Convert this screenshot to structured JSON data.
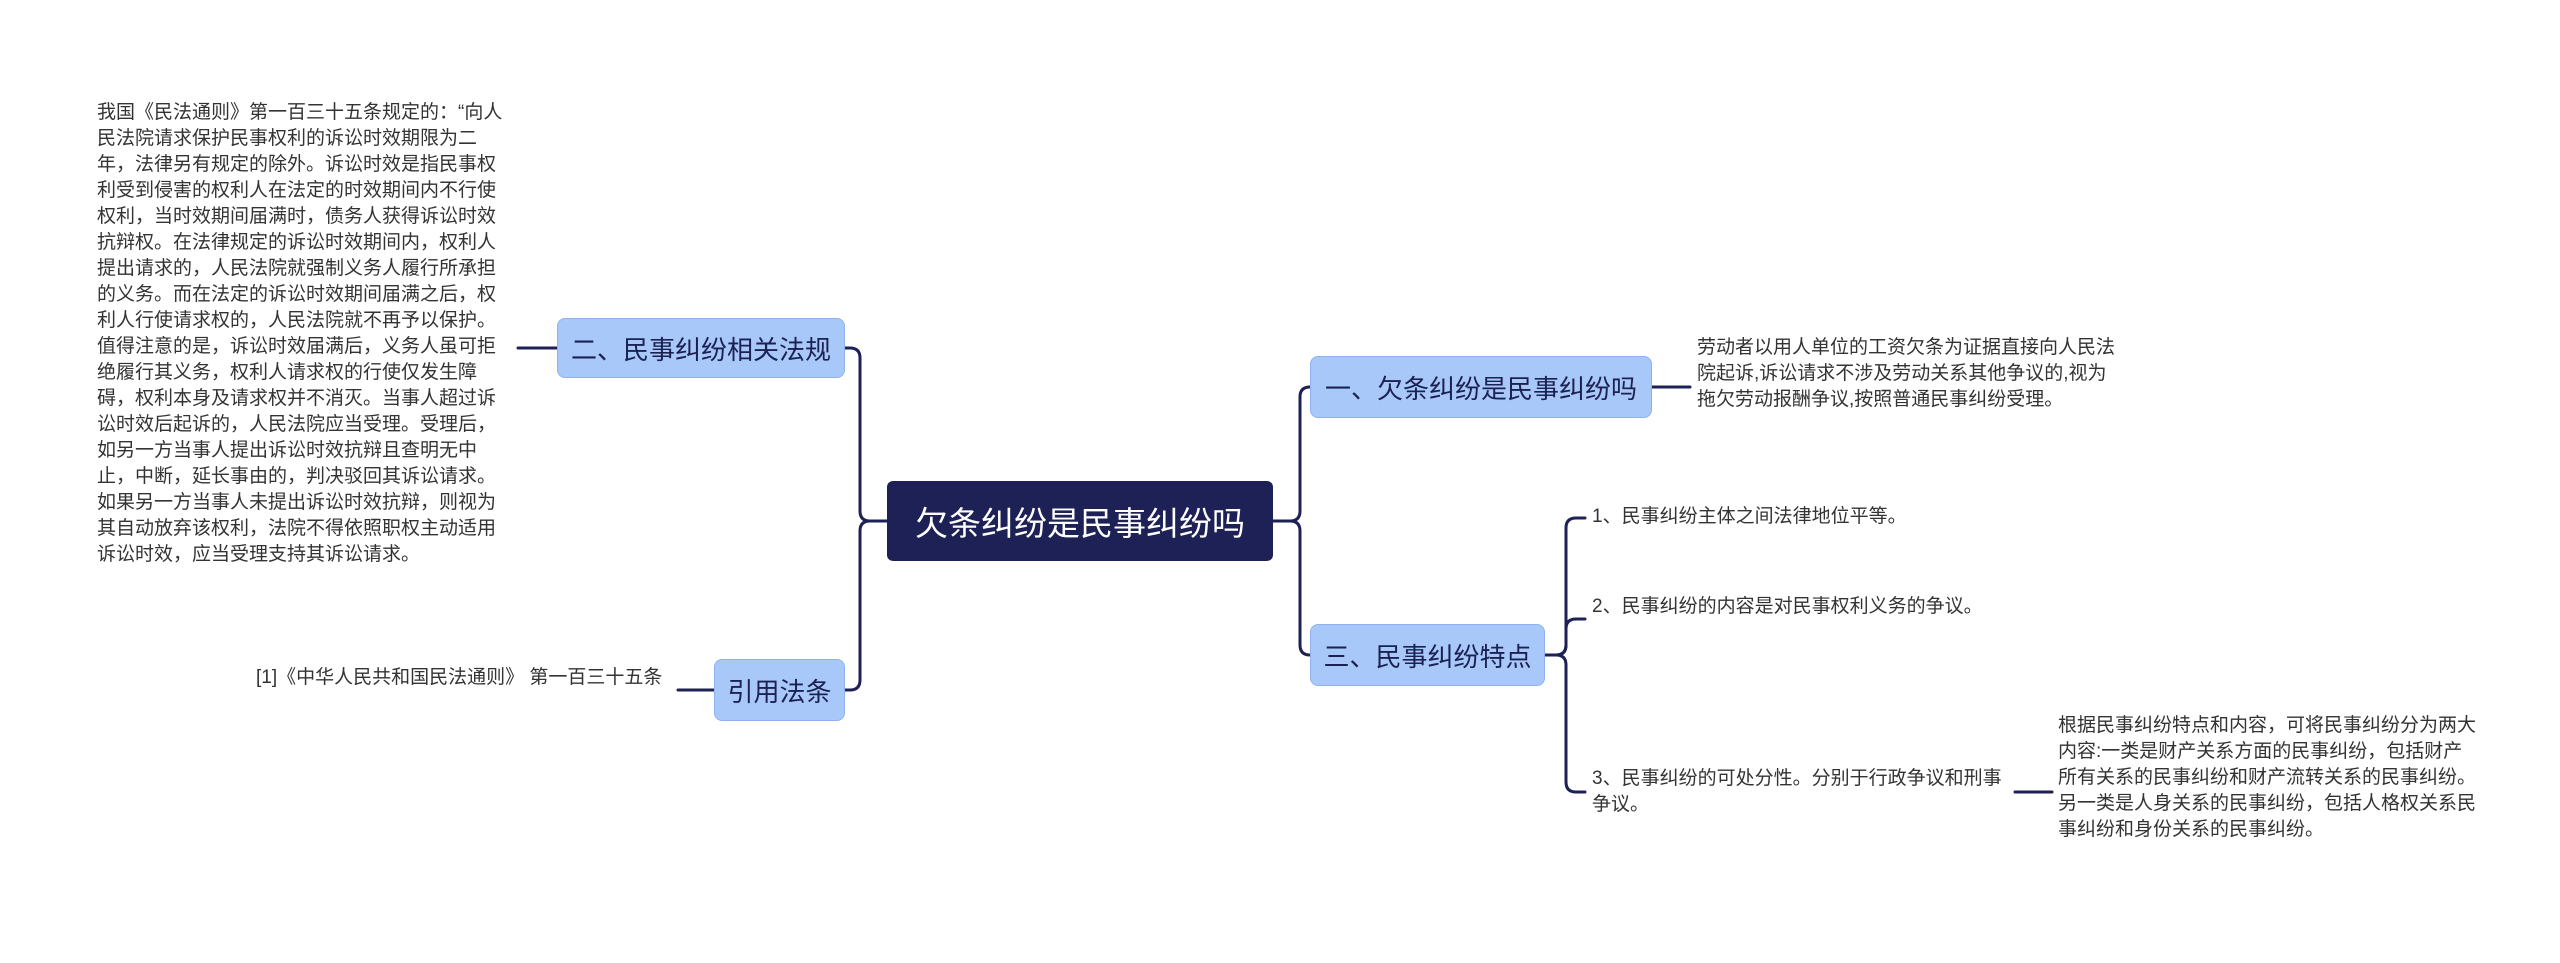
{
  "root": {
    "label": "欠条纠纷是民事纠纷吗"
  },
  "branches": {
    "b1": {
      "label": "一、欠条纠纷是民事纠纷吗"
    },
    "b2": {
      "label": "二、民事纠纷相关法规"
    },
    "b3": {
      "label": "三、民事纠纷特点"
    },
    "b4": {
      "label": "引用法条"
    }
  },
  "leaves": {
    "b1_text": "劳动者以用人单位的工资欠条为证据直接向人民法院起诉,诉讼请求不涉及劳动关系其他争议的,视为拖欠劳动报酬争议,按照普通民事纠纷受理。",
    "b2_text": "我国《民法通则》第一百三十五条规定的：“向人民法院请求保护民事权利的诉讼时效期限为二年，法律另有规定的除外。诉讼时效是指民事权利受到侵害的权利人在法定的时效期间内不行使权利，当时效期间届满时，债务人获得诉讼时效抗辩权。在法律规定的诉讼时效期间内，权利人提出请求的，人民法院就强制义务人履行所承担的义务。而在法定的诉讼时效期间届满之后，权利人行使请求权的，人民法院就不再予以保护。值得注意的是，诉讼时效届满后，义务人虽可拒绝履行其义务，权利人请求权的行使仅发生障碍，权利本身及请求权并不消灭。当事人超过诉讼时效后起诉的，人民法院应当受理。受理后，如另一方当事人提出诉讼时效抗辩且查明无中止，中断，延长事由的，判决驳回其诉讼请求。如果另一方当事人未提出诉讼时效抗辩，则视为其自动放弃该权利，法院不得依照职权主动适用诉讼时效，应当受理支持其诉讼请求。",
    "b3_item1": "1、民事纠纷主体之间法律地位平等。",
    "b3_item2": "2、民事纠纷的内容是对民事权利义务的争议。",
    "b3_item3": "3、民事纠纷的可处分性。分别于行政争议和刑事争议。",
    "b3_item3_detail": "根据民事纠纷特点和内容，可将民事纠纷分为两大内容:一类是财产关系方面的民事纠纷，包括财产所有关系的民事纠纷和财产流转关系的民事纠纷。另一类是人身关系的民事纠纷，包括人格权关系民事纠纷和身份关系的民事纠纷。",
    "b4_text": "[1]《中华人民共和国民法通则》 第一百三十五条"
  },
  "colors": {
    "root_bg": "#1d2156",
    "branch_bg": "#a8c8fa",
    "line": "#1d2156",
    "text": "#333333"
  }
}
